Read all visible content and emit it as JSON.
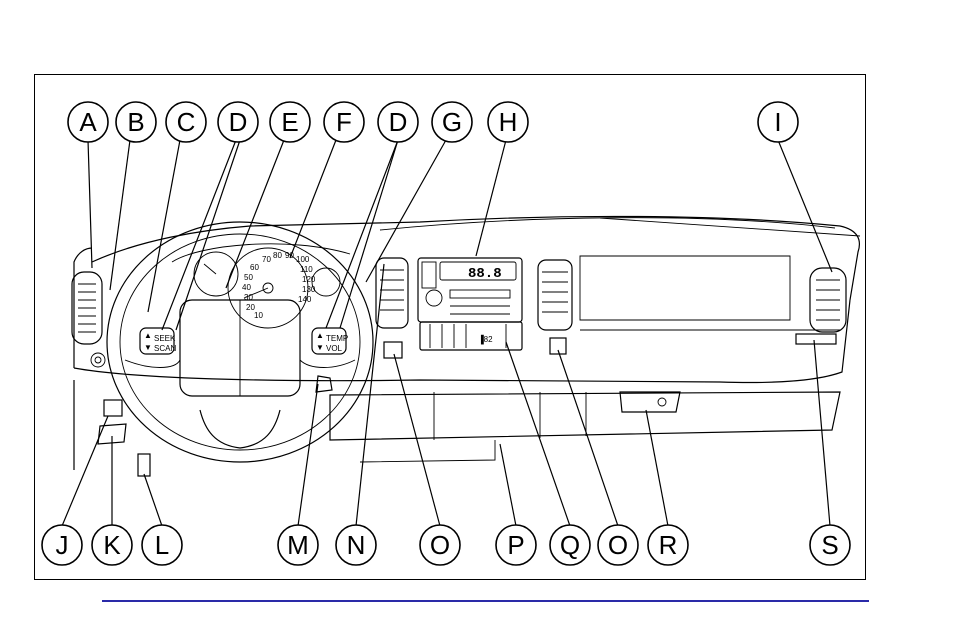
{
  "callouts": {
    "top": [
      "A",
      "B",
      "C",
      "D",
      "E",
      "F",
      "D",
      "G",
      "H",
      "I"
    ],
    "bottom": [
      "J",
      "K",
      "L",
      "M",
      "N",
      "O",
      "P",
      "Q",
      "O",
      "R",
      "S"
    ]
  },
  "gauge_marks": {
    "speedo": [
      "60",
      "70",
      "80",
      "90",
      "100",
      "110",
      "120",
      "130",
      "140",
      "50",
      "40",
      "30",
      "20",
      "10"
    ],
    "radio_display": "88.8"
  },
  "colors": {
    "line": "#000000",
    "rule": "#2a2aa8",
    "background": "#ffffff"
  }
}
